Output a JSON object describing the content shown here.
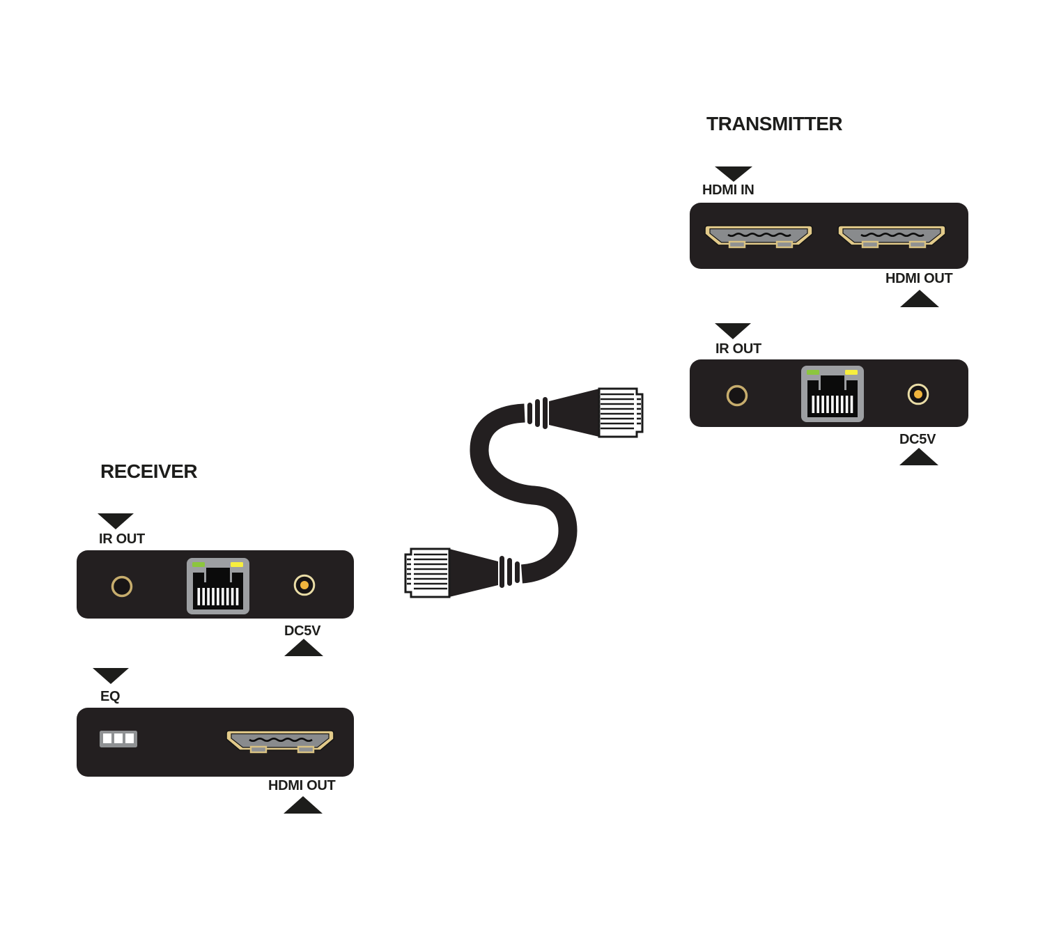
{
  "diagram": {
    "transmitter": {
      "title": "TRANSMITTER",
      "hdmi_in_label": "HDMI IN",
      "hdmi_out_label": "HDMI OUT",
      "ir_out_label": "IR OUT",
      "dc5v_label": "DC5V"
    },
    "receiver": {
      "title": "RECEIVER",
      "ir_out_label": "IR OUT",
      "dc5v_label": "DC5V",
      "eq_label": "EQ",
      "hdmi_out_label": "HDMI OUT"
    },
    "icons": {
      "down_arrow": "▼",
      "up_arrow": "▲",
      "hdmi_port": "hdmi-port-icon",
      "rj45_port": "rj45-port-icon",
      "ir_jack": "ir-jack-icon",
      "dc_jack": "dc-jack-icon",
      "dip_switch": "dip-switch-icon",
      "ethernet_cable": "ethernet-cable-icon"
    },
    "colors": {
      "background": "#ffffff",
      "panel_black": "#231f20",
      "text_black": "#1d1d1b",
      "hdmi_gold": "#e2ca8a",
      "hdmi_inner_gray": "#898b8d",
      "rj45_bezel_gray": "#9d9fa2",
      "led_green": "#8cc63e",
      "led_yellow": "#f7ee3e",
      "ir_ring_gold": "#c7ad6d",
      "dc_ring_gold": "#e9dca6",
      "dc_pin_orange": "#f1b53d",
      "dip_frame_gray": "#8f9193",
      "cable_black": "#231f20"
    }
  }
}
